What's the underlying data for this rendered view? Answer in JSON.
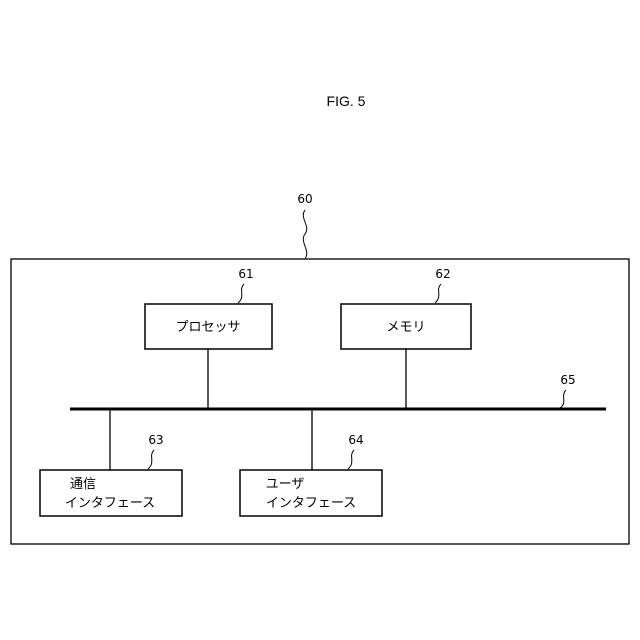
{
  "figure": {
    "title": "FIG. 5"
  },
  "device": {
    "ref": "60"
  },
  "processor": {
    "ref": "61",
    "label": "プロセッサ"
  },
  "memory": {
    "ref": "62",
    "label": "メモリ"
  },
  "comm_interface": {
    "ref": "63",
    "label_line1": "通信",
    "label_line2": "インタフェース"
  },
  "user_interface": {
    "ref": "64",
    "label_line1": "ユーザ",
    "label_line2": "インタフェース"
  },
  "bus": {
    "ref": "65"
  },
  "colors": {
    "line": "#000000",
    "background": "#ffffff"
  }
}
